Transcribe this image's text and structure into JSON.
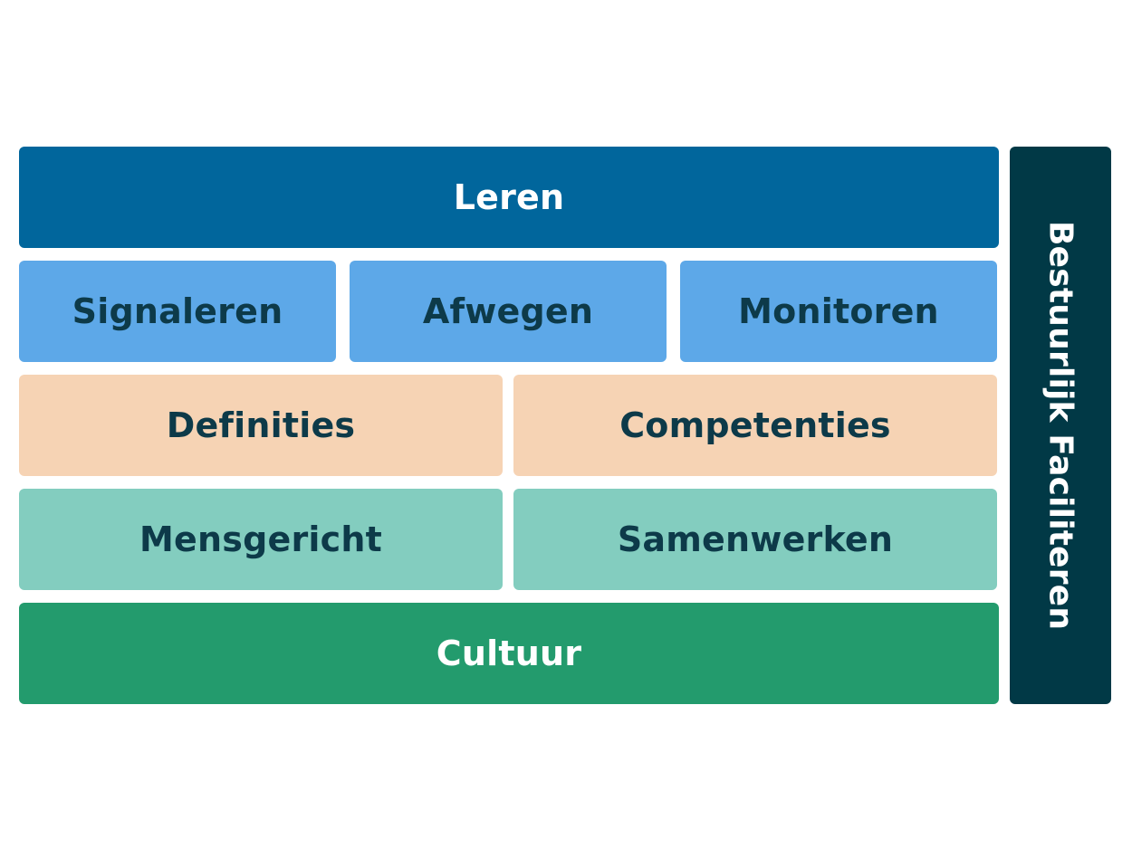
{
  "diagram": {
    "top_layer": {
      "label": "Leren",
      "color": "#01669c"
    },
    "process_layer": [
      {
        "label": "Signaleren",
        "color": "#5da8e8"
      },
      {
        "label": "Afwegen",
        "color": "#5da8e8"
      },
      {
        "label": "Monitoren",
        "color": "#5da8e8"
      }
    ],
    "foundation_layer_1": [
      {
        "label": "Definities",
        "color": "#f6d3b4"
      },
      {
        "label": "Competenties",
        "color": "#f6d3b4"
      }
    ],
    "foundation_layer_2": [
      {
        "label": "Mensgericht",
        "color": "#83cdbf"
      },
      {
        "label": "Samenwerken",
        "color": "#83cdbf"
      }
    ],
    "base_layer": {
      "label": "Cultuur",
      "color": "#239b6d"
    },
    "side_pillar": {
      "label": "Bestuurlijk Faciliteren",
      "color": "#013946"
    },
    "text_colors": {
      "dark": "#0d3a49",
      "light": "#ffffff"
    }
  }
}
